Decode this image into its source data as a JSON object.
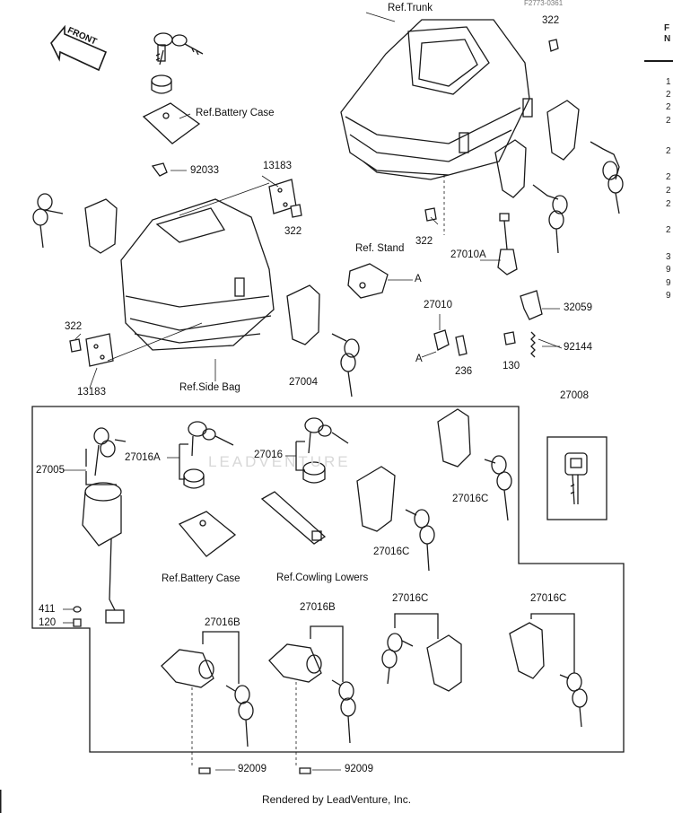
{
  "diagram": {
    "figure_code": "F2773-0361",
    "front_label": "FRONT",
    "watermark": "LEADVENTURE",
    "footer": "Rendered by LeadVenture, Inc."
  },
  "parts": {
    "p322_top": "322",
    "ref_trunk": "Ref.Trunk",
    "ref_battery_case_top": "Ref.Battery Case",
    "p92033": "92033",
    "p13183_top": "13183",
    "p322_mid": "322",
    "p322_trunk_bottom": "322",
    "p27010A": "27010A",
    "ref_stand": "Ref. Stand",
    "marker_a_stand": "A",
    "p27010": "27010",
    "p32059": "32059",
    "p92144": "92144",
    "marker_a_lower": "A",
    "p236": "236",
    "p130": "130",
    "p322_left": "322",
    "p13183_left": "13183",
    "ref_side_bag": "Ref.Side Bag",
    "p27004": "27004",
    "p27008": "27008",
    "p27005": "27005",
    "p27016A": "27016A",
    "p27016": "27016",
    "p27016C_right": "27016C",
    "p27016C_mid": "27016C",
    "ref_battery_case_kit": "Ref.Battery Case",
    "ref_cowling_lowers": "Ref.Cowling Lowers",
    "p411": "411",
    "p120": "120",
    "p27016B_left": "27016B",
    "p27016B_mid": "27016B",
    "p27016C_bl": "27016C",
    "p27016C_br": "27016C",
    "p92009_left": "92009",
    "p92009_right": "92009"
  },
  "side_panel": {
    "header": "F\nN",
    "rows": [
      "1",
      "2",
      "2",
      "2",
      "2",
      "2",
      "2",
      "2",
      "2",
      "3",
      "9",
      "9",
      "9"
    ]
  }
}
